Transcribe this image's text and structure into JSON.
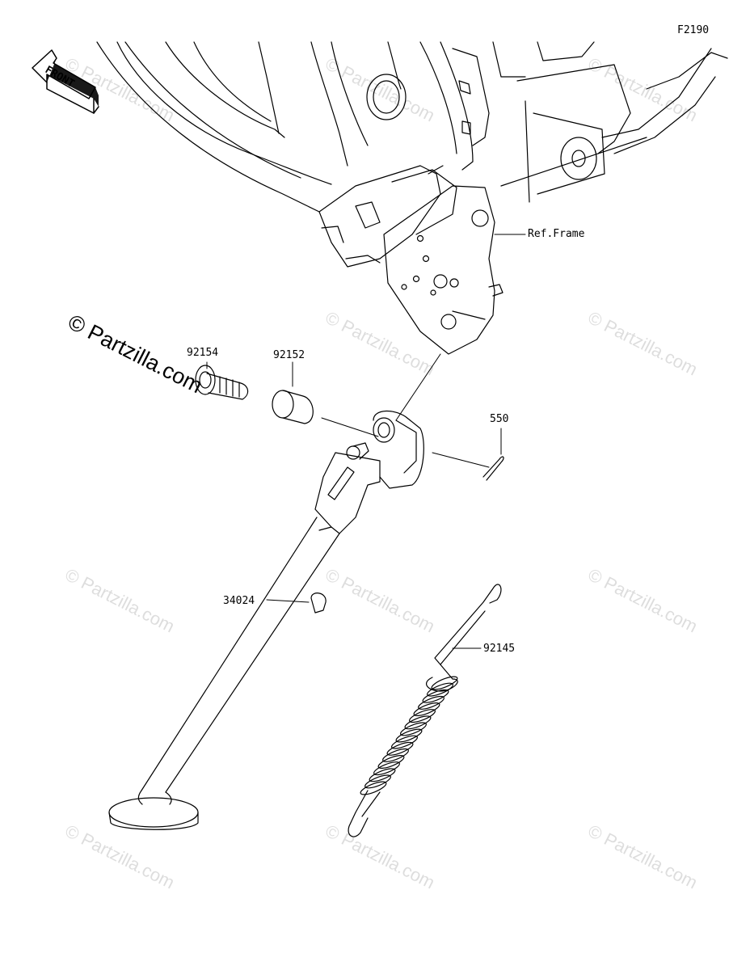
{
  "diagram_code": "F2190",
  "front_label": "FRONT",
  "main_watermark": "© Partzilla.com",
  "watermark": "© Partzilla.com",
  "labels": {
    "bolt": "92154",
    "collar": "92152",
    "cotter_pin": "550",
    "ref_frame": "Ref.Frame",
    "side_stand": "34024",
    "spring": "92145"
  },
  "colors": {
    "line": "#000000",
    "background": "#ffffff"
  }
}
